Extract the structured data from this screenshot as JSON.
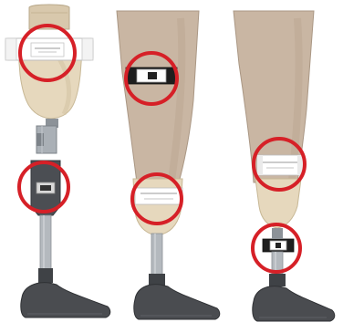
{
  "figure": {
    "panel_count": 3,
    "highlight_color": "#d62027",
    "skin_color": "#c9b6a3",
    "socket_color": "#e6d8bd",
    "metal_color": "#9ea4aa",
    "foot_color": "#4a4c50",
    "strap_color": "#ffffff"
  },
  "panels": [
    {
      "id": "panel-1",
      "label": "",
      "highlight_count": 2
    },
    {
      "id": "panel-2",
      "label": "",
      "highlight_count": 2
    },
    {
      "id": "panel-3",
      "label": "",
      "highlight_count": 2
    }
  ]
}
